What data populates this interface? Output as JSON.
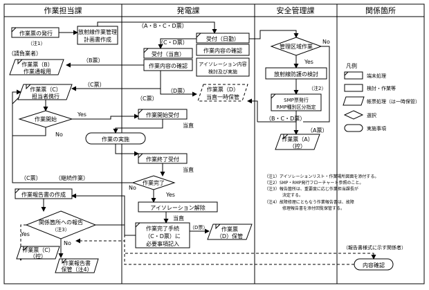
{
  "lanes": [
    "作業担当課",
    "発電課",
    "安全管理課",
    "関係箇所"
  ],
  "nodes": {
    "issue": "作業票の発行",
    "note1": "（注1）",
    "rad_plan_1": "放射線作業管理",
    "rad_plan_2": "計画書作成",
    "contractor": "（請負業者）",
    "ticket_b_1": "作業票（B）",
    "ticket_b_2": "作業通報用",
    "ticket_c_1": "作業票（C）",
    "ticket_c_2": "担当者携行",
    "start_q": "作業開始",
    "yes1": "Yes",
    "no1": "No",
    "recv_day": "受付（日勤）",
    "confirm_content": "作業内容の確認",
    "iso_1": "アイソレーション内容",
    "iso_2": "検討及び実施",
    "recv_duty": "受付（当直）",
    "confirm_content2": "作業内容の確認",
    "ticket_d_1": "作業票（D）",
    "ticket_d_2": "当直一時保管",
    "start_recv": "作業開始受付",
    "duty1": "当直",
    "implement": "作業の実施",
    "end_recv": "作業終了受付",
    "duty2": "当直",
    "done_q": "作業完了",
    "no2": "No",
    "yes2": "Yes",
    "iso_release": "アイソレーション解除",
    "duty3": "当直",
    "finish_1": "作業完了手続",
    "finish_2": "（C・D票）に",
    "finish_3": "必要事項記入",
    "ticket_d_keep_1": "作業票",
    "ticket_d_keep_2": "（D）保管",
    "report": "作業報告書の作成",
    "relate_q1": "関係箇所への報告",
    "relate_q2": "（注3）",
    "yes3": "Yes",
    "no3": "No",
    "ticket_c_ctrl_1": "作業票（C）",
    "ticket_c_ctrl_2": "（控）",
    "report_keep_1": "作業報告書",
    "report_keep_2": "保管（注4）",
    "ctrl_area_q": "管理区域作業",
    "yes4": "Yes",
    "no4": "No",
    "rad_protect": "放射線防護の検討",
    "note2": "（注2）",
    "smp_1": "SMP票発行",
    "smp_2": "RMP種別区分指定",
    "ticket_a_1": "作業票（A）",
    "ticket_a_2": "（控）",
    "report_style": "（報告書様式に示す関係者）",
    "confirm_final": "内容確認"
  },
  "edges": {
    "abcd1": "（A・B・C・D票）",
    "cd1": "（C・D票）",
    "b1": "（B票）",
    "c1": "（C票）",
    "c2": "（C票）",
    "d1": "（D票）",
    "bcd": "（B・C・D票）",
    "a1": "（A票）",
    "c3": "（C票）",
    "continue": "（継続作業）",
    "d2": "（D票）"
  },
  "legend": {
    "title": "凡例",
    "items": [
      "端末処理",
      "検討・作業等",
      "帳票処理（は一時保管）",
      "選択",
      "実施事項"
    ]
  },
  "notes": [
    "（注1）アイソレーションリスト・作業場所図面を添付する。",
    "（注2）SMP・RMP発行フローチャート参照のこと。",
    "（注3）報告箇所は、重要度に応じ作業担当課長が",
    "決定する。",
    "（注4）故障修理にともなう作業報告書は、故障",
    "修理報告書を添付回覧保管する。"
  ]
}
